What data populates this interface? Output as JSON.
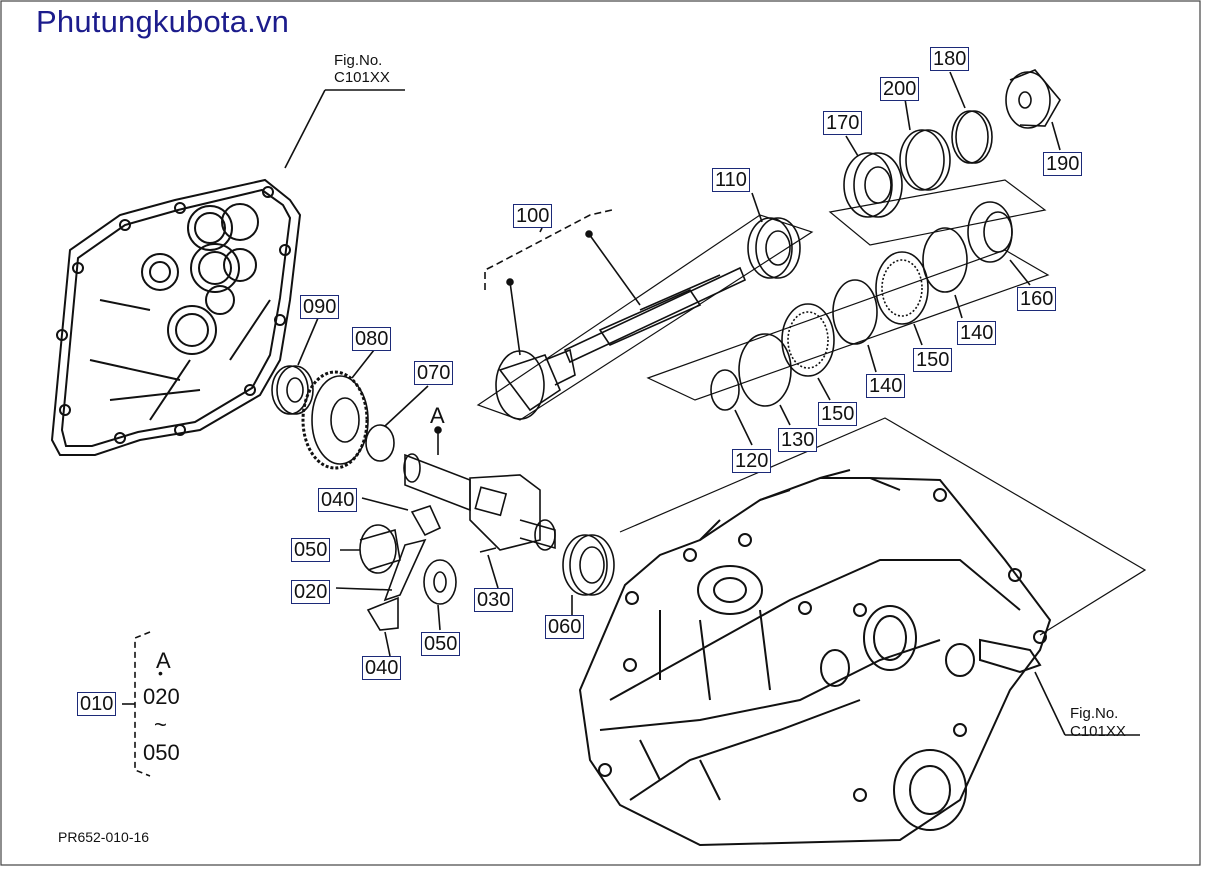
{
  "watermark": "Phutungkubota.vn",
  "fig_refs": [
    {
      "line1": "Fig.No.",
      "line2": "C101XX"
    },
    {
      "line1": "Fig.No.",
      "line2": "C101XX"
    }
  ],
  "part_labels": {
    "p180": "180",
    "p200": "200",
    "p170": "170",
    "p190": "190",
    "p110": "110",
    "p100": "100",
    "p160": "160",
    "p140a": "140",
    "p150a": "150",
    "p140b": "140",
    "p150b": "150",
    "p130": "130",
    "p120": "120",
    "p090": "090",
    "p080": "080",
    "p070": "070",
    "p040a": "040",
    "p050a": "050",
    "p020": "020",
    "p030": "030",
    "p060": "060",
    "p050b": "050",
    "p040b": "040",
    "p010": "010"
  },
  "callout_A": "A",
  "assembly_note": {
    "a": "A",
    "dot": "•",
    "from": "020",
    "tilde": "~",
    "to": "050"
  },
  "drawing_number": "PR652-010-16"
}
